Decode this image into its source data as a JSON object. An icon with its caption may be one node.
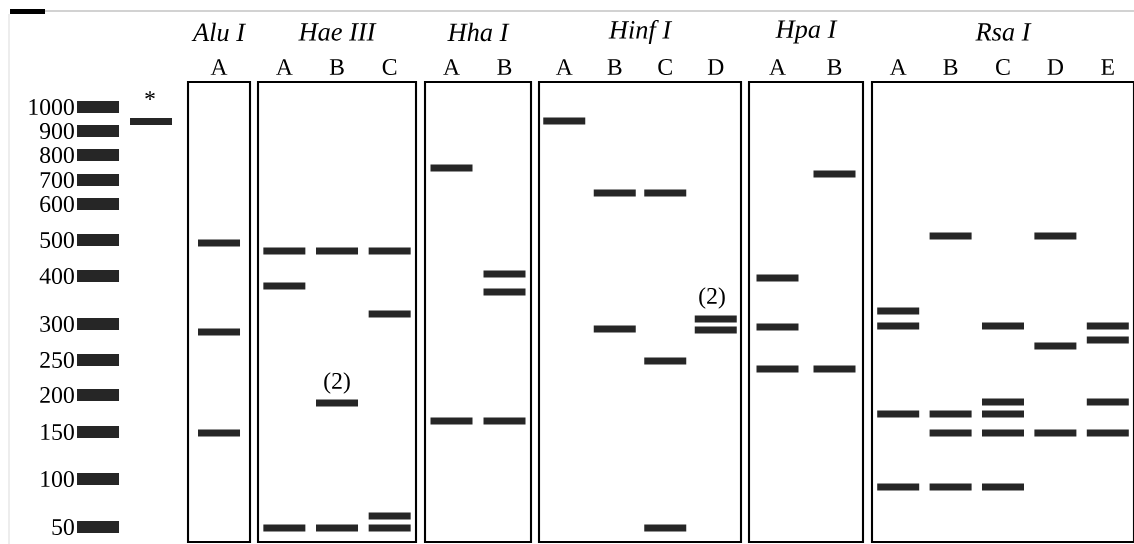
{
  "diagram": {
    "nodes": [
      {
        "text": [
          "Alu I",
          "A"
        ]
      },
      {
        "text": [
          "Hae III",
          "A",
          "B",
          "C"
        ]
      },
      {
        "text": [
          "Hha I",
          "A",
          "B"
        ]
      },
      {
        "text": [
          "Hinf I",
          "A",
          "B",
          "C",
          "D"
        ]
      },
      {
        "text": [
          "Hpa I",
          "A",
          "B"
        ]
      },
      {
        "text": [
          "Rsa I",
          "A",
          "B",
          "C",
          "D",
          "E"
        ]
      }
    ],
    "labels": [
      "1000",
      "900",
      "800",
      "700",
      "600",
      "500",
      "400",
      "300",
      "250",
      "200",
      "150",
      "100",
      "50",
      "*",
      "(2)",
      "(2)"
    ]
  }
}
